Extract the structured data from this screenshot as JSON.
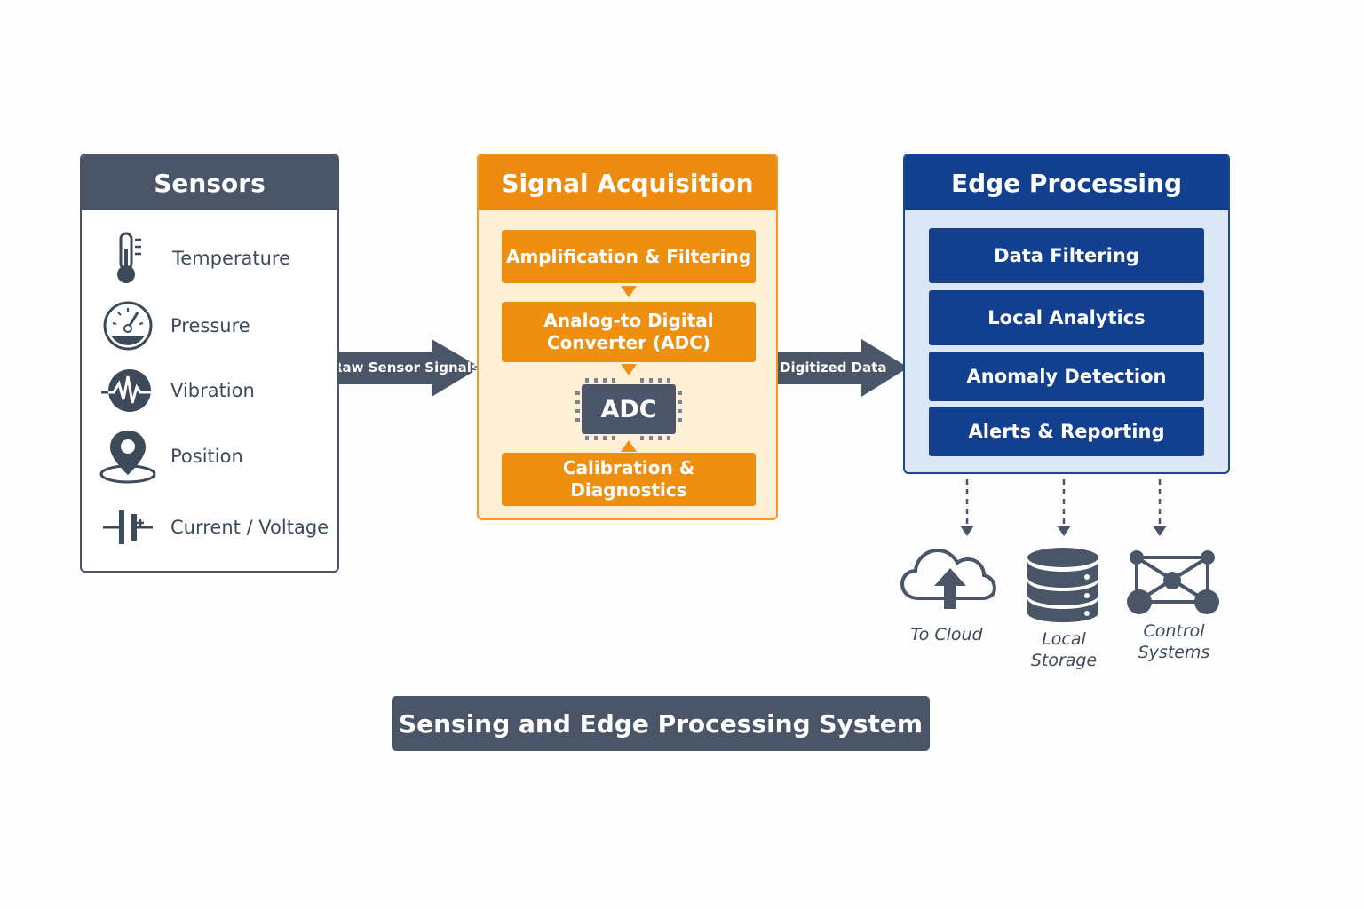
{
  "sensors": {
    "title": "Sensors",
    "items": [
      {
        "label": "Temperature",
        "icon": "thermometer-icon"
      },
      {
        "label": "Pressure",
        "icon": "pressure-gauge-icon"
      },
      {
        "label": "Vibration",
        "icon": "vibration-icon"
      },
      {
        "label": "Position",
        "icon": "location-pin-icon"
      },
      {
        "label": "Current / Voltage",
        "icon": "current-voltage-icon"
      }
    ]
  },
  "acquisition": {
    "title": "Signal Acquisition",
    "steps": [
      "Amplification & Filtering",
      "Analog-to Digital Converter (ADC)",
      "Calibration & Diagnostics"
    ],
    "chip_label": "ADC"
  },
  "edge": {
    "title": "Edge Processing",
    "steps": [
      "Data Filtering",
      "Local Analytics",
      "Anomaly Detection",
      "Alerts & Reporting"
    ]
  },
  "arrows": {
    "raw": "Raw Sensor Signals",
    "digitized": "Digitized Data"
  },
  "outputs": [
    {
      "label": "To Cloud",
      "icon": "cloud-upload-icon"
    },
    {
      "label": "Local Storage",
      "icon": "database-icon"
    },
    {
      "label": "Control Systems",
      "icon": "network-icon"
    }
  ],
  "footer": "Sensing and Edge Processing System",
  "colors": {
    "slate": "#4a5668",
    "orange": "#ee8f10",
    "navy": "#12408e",
    "light_orange": "#fdf0d6",
    "light_blue": "#dbe7f6"
  }
}
